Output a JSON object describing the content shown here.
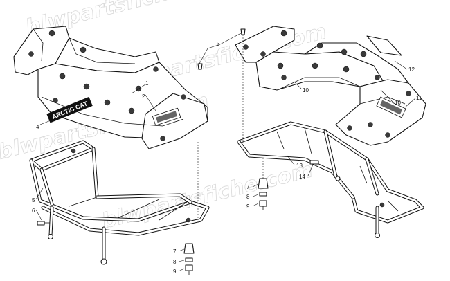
{
  "watermark": [
    "blwpartsfiche.com",
    "blwpartsfiche.com",
    "blwpartsfiche.com",
    "blwpartsfiche.com"
  ],
  "logo_text": "ARCTIC CAT",
  "callouts": [
    {
      "id": "c1",
      "label": "1"
    },
    {
      "id": "c2",
      "label": "2"
    },
    {
      "id": "c3",
      "label": "3"
    },
    {
      "id": "c4",
      "label": "4"
    },
    {
      "id": "c5",
      "label": "5"
    },
    {
      "id": "c6",
      "label": "6"
    },
    {
      "id": "c7a",
      "label": "7"
    },
    {
      "id": "c8a",
      "label": "8"
    },
    {
      "id": "c9a",
      "label": "9"
    },
    {
      "id": "c7b",
      "label": "7"
    },
    {
      "id": "c8b",
      "label": "8"
    },
    {
      "id": "c9b",
      "label": "9"
    },
    {
      "id": "c10a",
      "label": "10"
    },
    {
      "id": "c10b",
      "label": "10"
    },
    {
      "id": "c11",
      "label": "11"
    },
    {
      "id": "c12",
      "label": "12"
    },
    {
      "id": "c13",
      "label": "13"
    },
    {
      "id": "c14",
      "label": "14"
    }
  ]
}
